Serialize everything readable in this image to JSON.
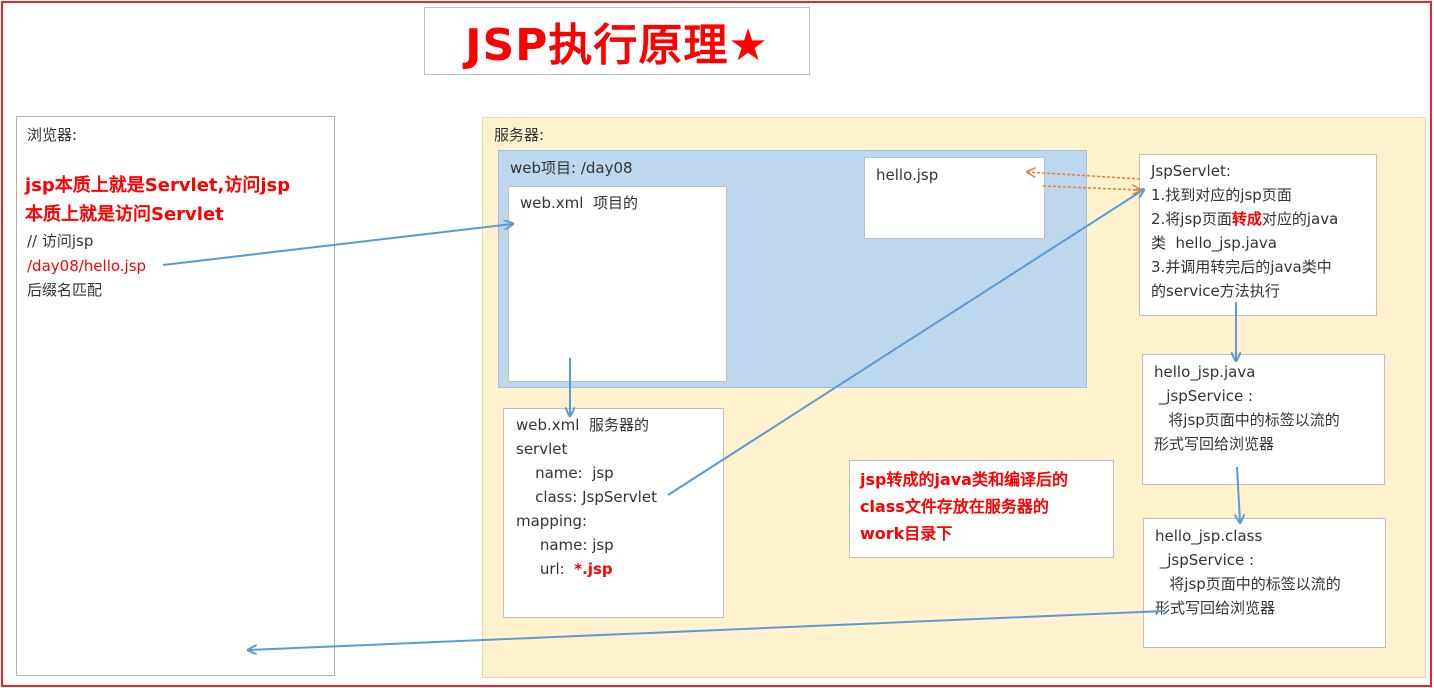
{
  "title": "JSP执行原理★",
  "browser": {
    "label": "浏览器:",
    "note_line1": "jsp本质上就是Servlet,访问jsp",
    "note_line2": "本质上就是访问Servlet",
    "comment": "// 访问jsp",
    "url": "/day08/hello.jsp",
    "match": "后缀名匹配"
  },
  "server": {
    "label": "服务器:",
    "web_project_label": "web项目: /day08",
    "project_webxml": "web.xml  项目的",
    "hello_jsp": "hello.jsp",
    "server_webxml": {
      "line1": "web.xml  服务器的",
      "line2": "servlet",
      "line3": "    name:  jsp",
      "line4": "    class: JspServlet",
      "line5": "mapping:",
      "line6": "     name: jsp",
      "line7_prefix": "     url:  ",
      "line7_value": "*.jsp"
    },
    "jspservlet": {
      "line1": "JspServlet:",
      "line2": "1.找到对应的jsp页面",
      "line3_a": "2.将jsp页面",
      "line3_b": "转成",
      "line3_c": "对应的java",
      "line4": "类  hello_jsp.java",
      "line5": "3.并调用转完后的java类中",
      "line6": "的service方法执行"
    },
    "hello_java": {
      "line1": "hello_jsp.java",
      "line2": " _jspService :",
      "line3": "   将jsp页面中的标签以流的",
      "line4": "形式写回给浏览器"
    },
    "hello_class": {
      "line1": "hello_jsp.class",
      "line2": " _jspService :",
      "line3": "   将jsp页面中的标签以流的",
      "line4": "形式写回给浏览器"
    },
    "work_note": {
      "line1": "jsp转成的java类和编译后的",
      "line2": "class文件存放在服务器的",
      "line3": "work目录下"
    }
  },
  "colors": {
    "frame": "#e8262b",
    "title": "#ff0000",
    "server_bg": "#fff2cc",
    "web_project_bg": "#bdd7ee",
    "arrow_blue": "#5b9bd5",
    "arrow_orange": "#ed7d31"
  }
}
